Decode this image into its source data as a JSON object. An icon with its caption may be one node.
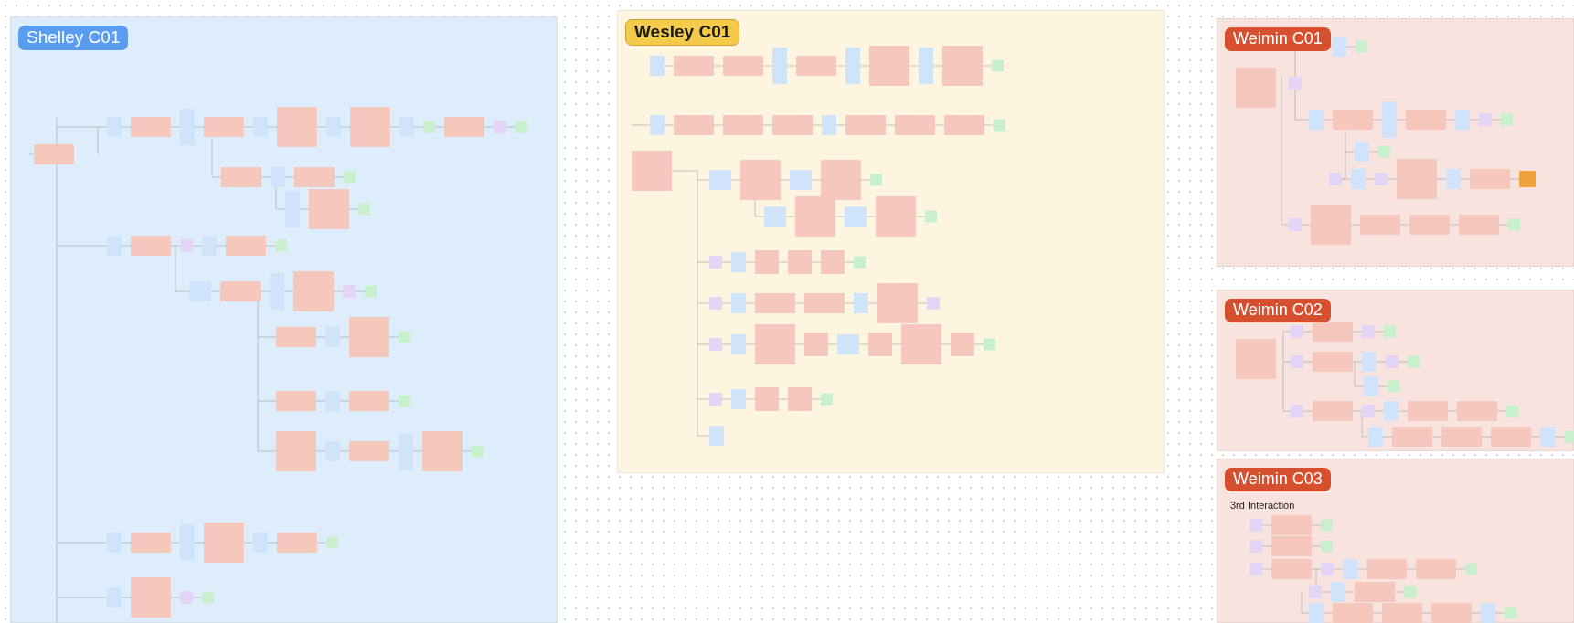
{
  "diagram": {
    "nodes": [
      {
        "text": [
          "Shelley C01"
        ]
      },
      {
        "text": [
          "Wesley C01"
        ]
      },
      {
        "text": [
          "Weimin C01"
        ]
      },
      {
        "text": [
          "Weimin C02"
        ]
      },
      {
        "text": [
          "Weimin C03",
          "3rd Interaction"
        ]
      }
    ]
  }
}
